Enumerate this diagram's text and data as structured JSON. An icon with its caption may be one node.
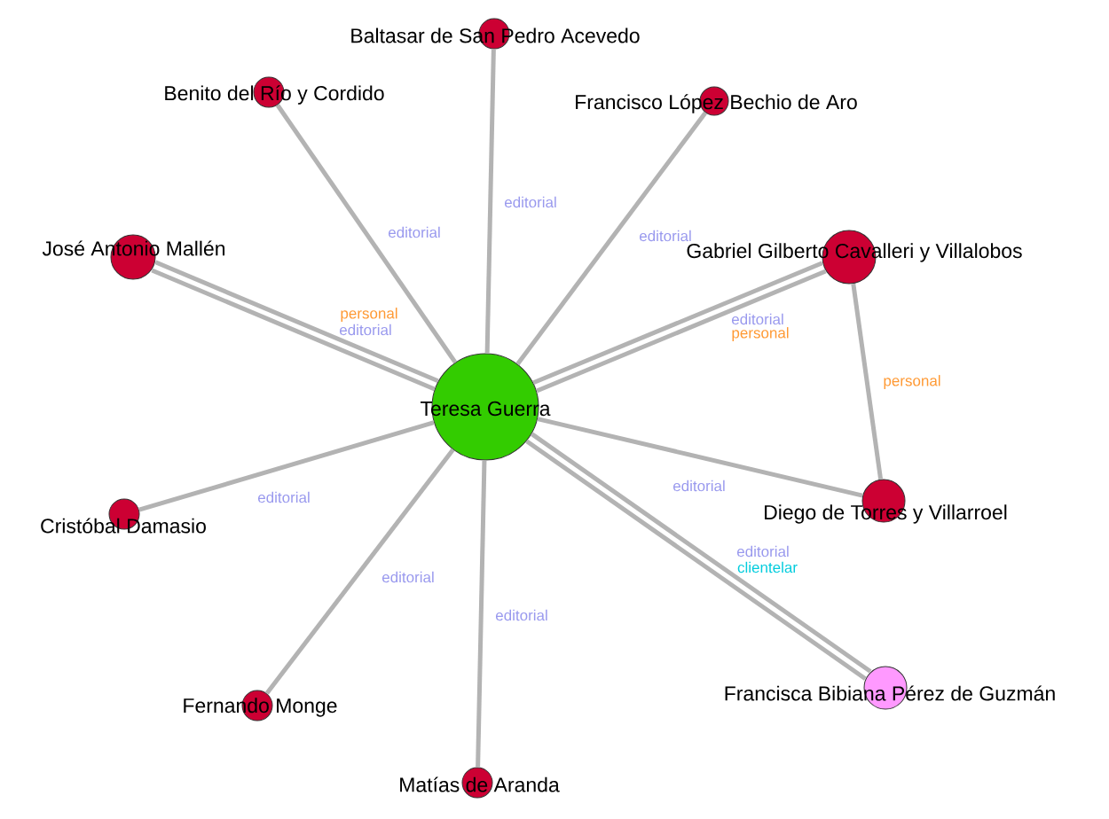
{
  "diagram": {
    "nodes": [
      {
        "text": [
          "Baltasar de San Pedro Acevedo"
        ]
      },
      {
        "text": [
          "Benito del Río y Cordido"
        ]
      },
      {
        "text": [
          "Francisco López Bechio de Aro"
        ]
      },
      {
        "text": [
          "José Antonio Mallén"
        ]
      },
      {
        "text": [
          "Gabriel Gilberto Cavalleri y Villalobos"
        ]
      },
      {
        "text": [
          "Teresa Guerra"
        ]
      },
      {
        "text": [
          "Diego de Torres y Villarroel"
        ]
      },
      {
        "text": [
          "Cristóbal Damasio"
        ]
      },
      {
        "text": [
          "Francisca Bibiana Pérez de Guzmán"
        ]
      },
      {
        "text": [
          "Fernando Monge"
        ]
      },
      {
        "text": [
          "Matías de Aranda"
        ]
      }
    ],
    "edges": [
      {
        "from": 5,
        "to": 0,
        "arrow": "none",
        "label": "editorial"
      },
      {
        "from": 5,
        "to": 1,
        "arrow": "none",
        "label": "editorial"
      },
      {
        "from": 5,
        "to": 2,
        "arrow": "none",
        "label": "editorial"
      },
      {
        "from": 5,
        "to": 3,
        "arrow": "none",
        "label": "personal"
      },
      {
        "from": 5,
        "to": 3,
        "arrow": "none",
        "label": "editorial"
      },
      {
        "from": 5,
        "to": 4,
        "arrow": "none",
        "label": "editorial"
      },
      {
        "from": 5,
        "to": 4,
        "arrow": "none",
        "label": "personal"
      },
      {
        "from": 4,
        "to": 6,
        "arrow": "none",
        "label": "personal"
      },
      {
        "from": 5,
        "to": 6,
        "arrow": "none",
        "label": "editorial"
      },
      {
        "from": 5,
        "to": 7,
        "arrow": "none",
        "label": "editorial"
      },
      {
        "from": 5,
        "to": 8,
        "arrow": "none",
        "label": "editorial"
      },
      {
        "from": 5,
        "to": 8,
        "arrow": "none",
        "label": "clientelar"
      },
      {
        "from": 5,
        "to": 9,
        "arrow": "none",
        "label": "editorial"
      },
      {
        "from": 5,
        "to": 10,
        "arrow": "none",
        "label": "editorial"
      }
    ]
  }
}
